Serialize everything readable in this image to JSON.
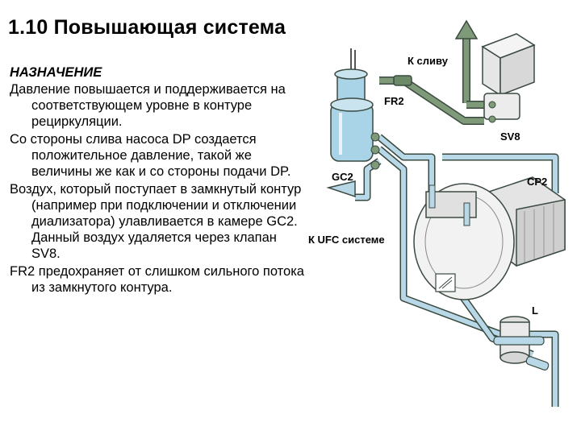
{
  "title": "1.10 Повышающая система",
  "purpose": {
    "heading": "НАЗНАЧЕНИЕ",
    "paragraphs": [
      "Давление повышается и поддерживается на соответствующем уровне в контуре рециркуляции.",
      "Со стороны слива насоса DP создается положительное давление, такой же величины же как и со стороны подачи DP.",
      "Воздух, который поступает в замкнутый контур (например при подключении и отключении диализатора) улавливается в камере GC2. Данный воздух удаляется через клапан SV8.",
      "FR2 предохраняет от слишком сильного потока из замкнутого контура."
    ]
  },
  "diagram": {
    "labels": {
      "drain": "К сливу",
      "fr2": "FR2",
      "sv8": "SV8",
      "gc2": "GC2",
      "cp2": "CP2",
      "ufc": "К UFC системе",
      "l": "L"
    },
    "colors": {
      "tube_green": "#7e9a78",
      "tube_blue": "#b8d8e8",
      "tube_outline": "#3a4a40",
      "chamber_blue": "#a9d3e6"
    }
  }
}
